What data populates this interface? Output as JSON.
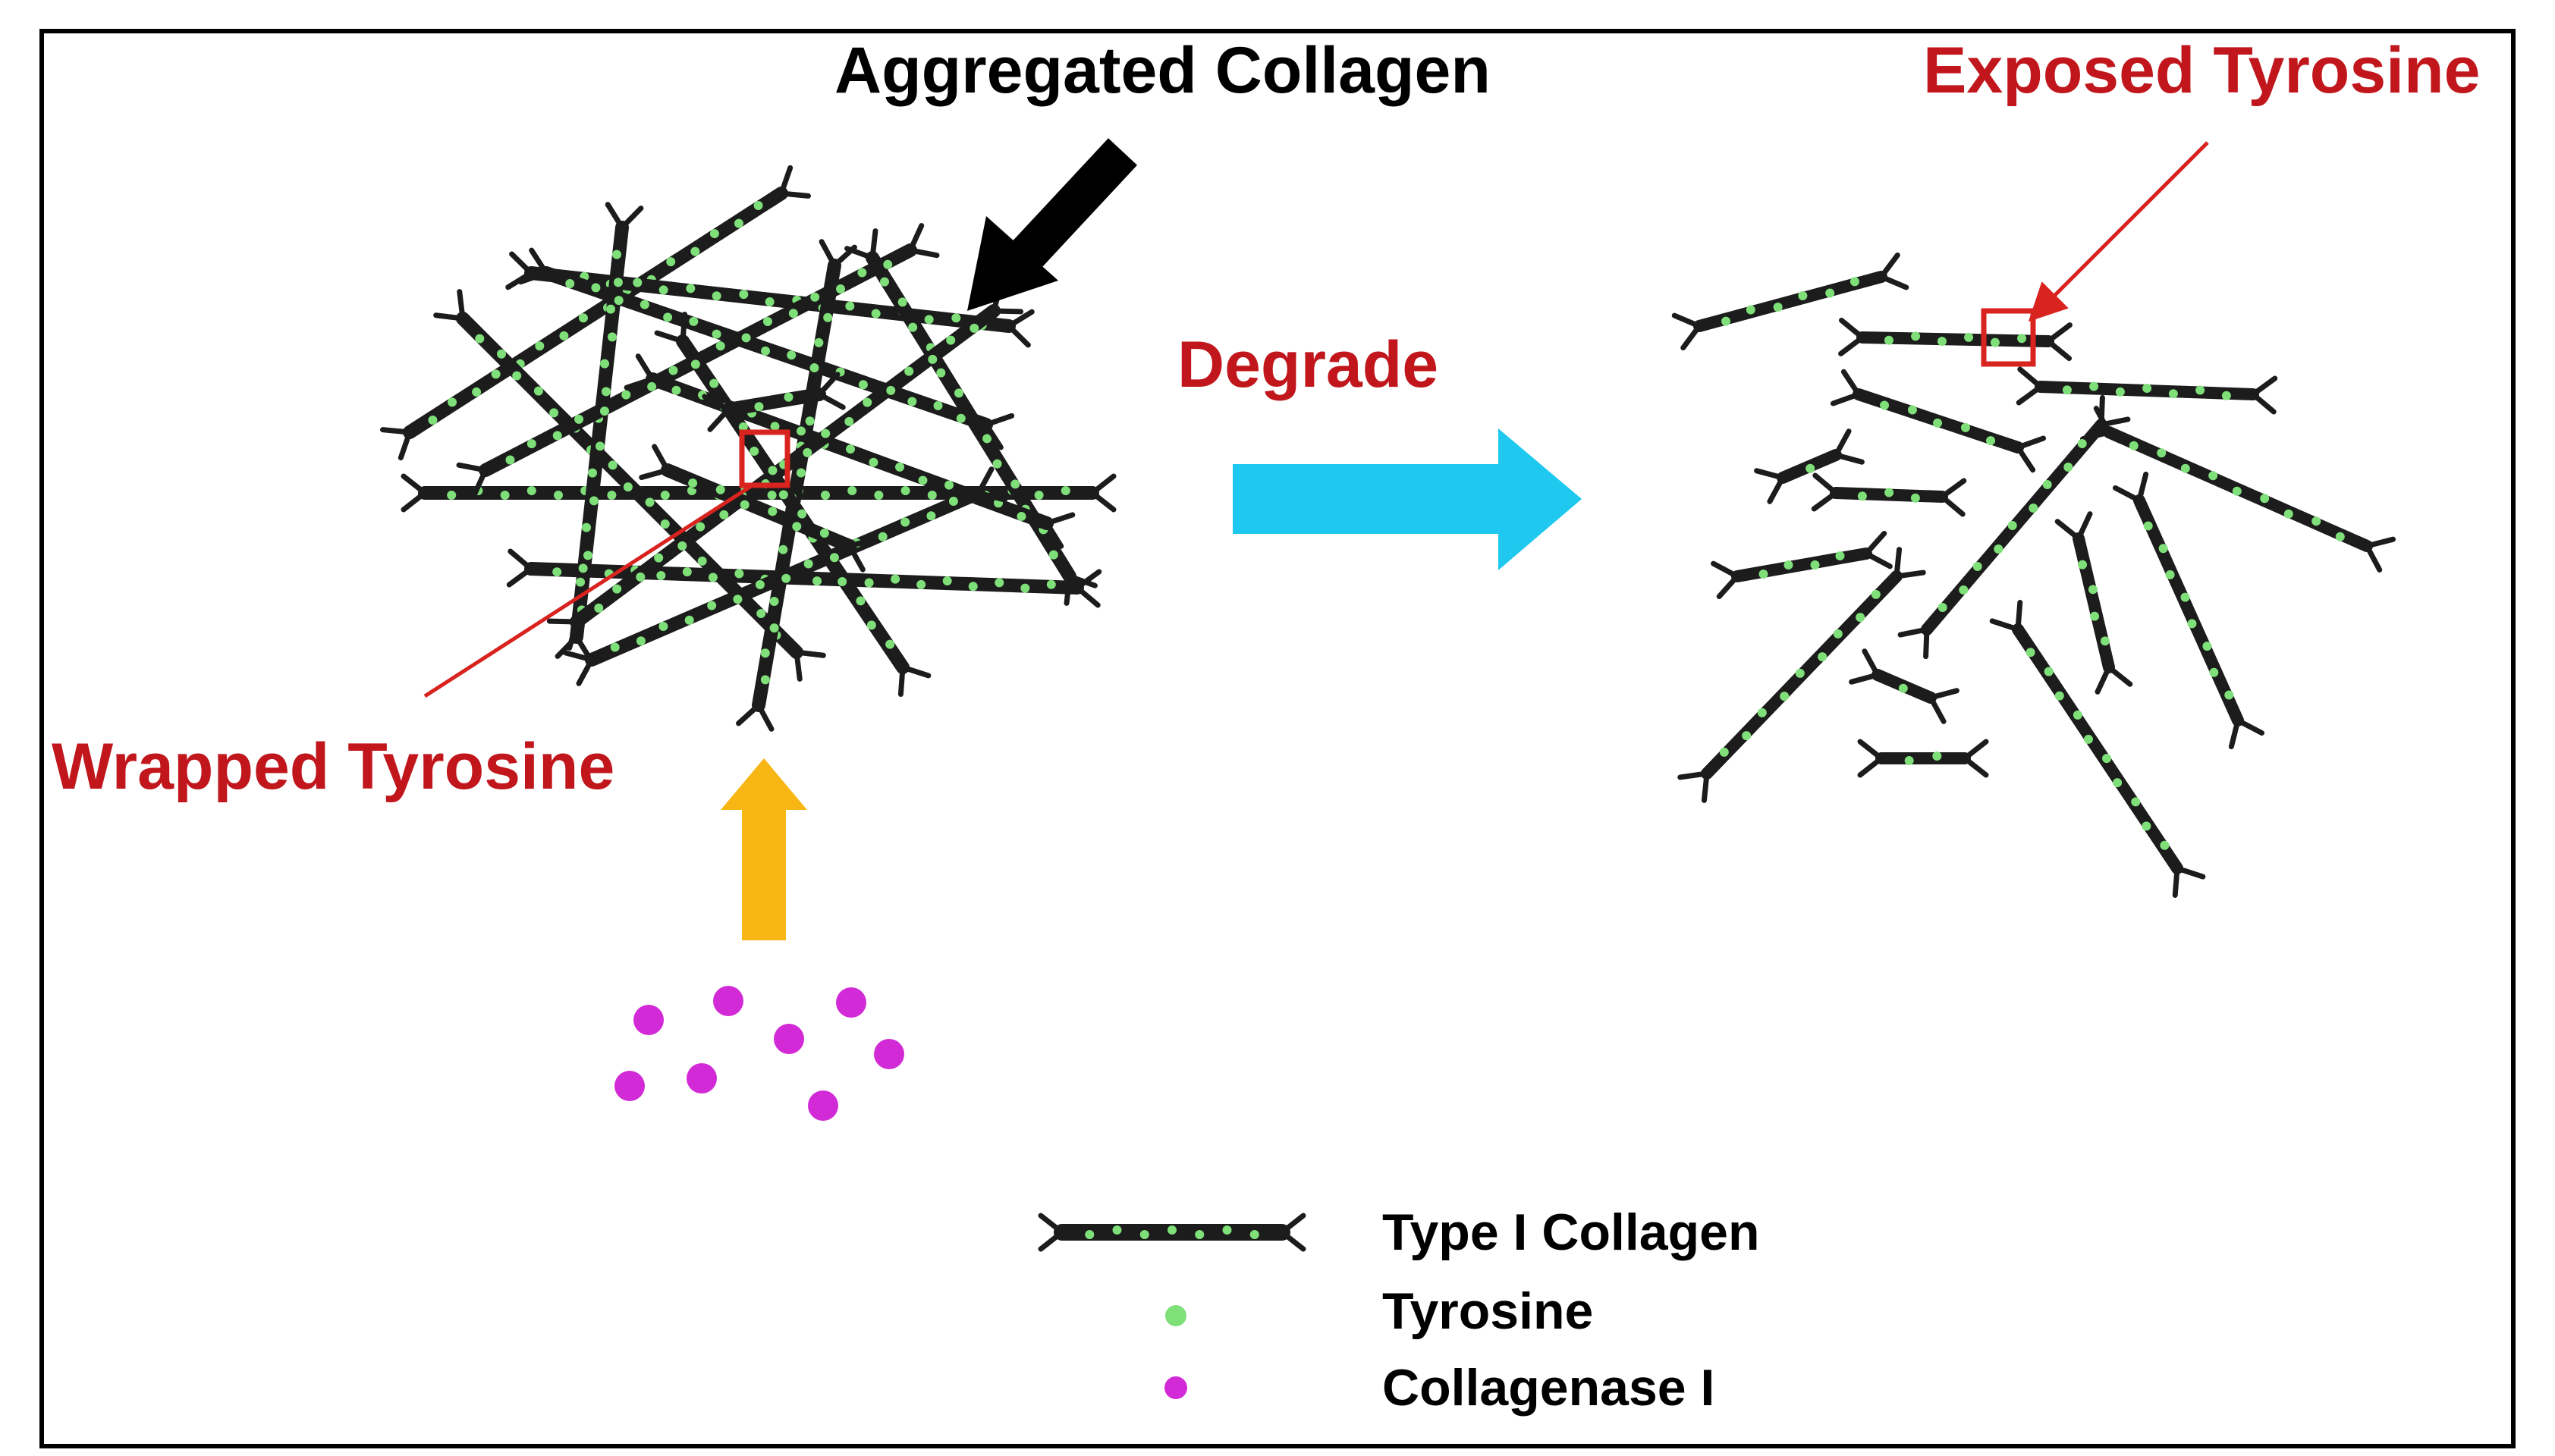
{
  "labels": {
    "aggregated": "Aggregated Collagen",
    "exposed": "Exposed Tyrosine",
    "degrade": "Degrade",
    "wrapped": "Wrapped Tyrosine"
  },
  "legend": [
    {
      "text": "Type I Collagen",
      "icon": "collagen-fiber-icon"
    },
    {
      "text": "Tyrosine",
      "icon": "green-dot-icon"
    },
    {
      "text": "Collagenase I",
      "icon": "magenta-dot-icon"
    }
  ],
  "colors": {
    "label_red": "#c0161c",
    "label_black": "#000000",
    "degrade_arrow": "#1ec8ee",
    "enzyme_arrow": "#f7b614",
    "collagen": "#1c1c1c",
    "tyrosine": "#7fe07a",
    "collagenase": "#d22ad6",
    "marker": "#d8231f"
  }
}
